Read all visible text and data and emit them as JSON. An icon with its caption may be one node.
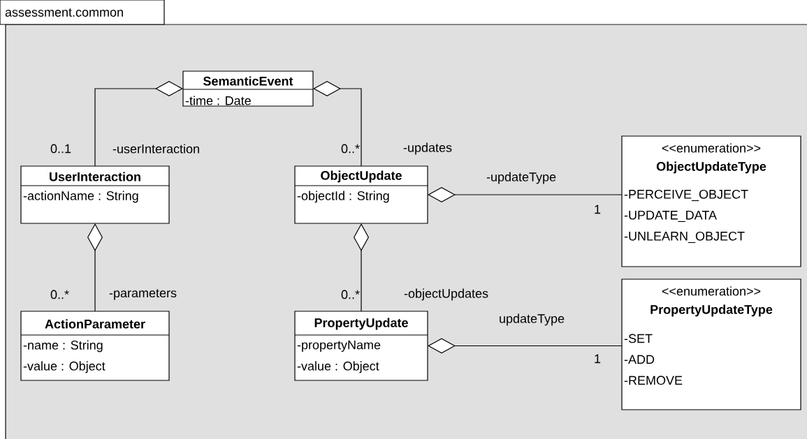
{
  "diagram": {
    "nodes": [
      {
        "text": [
          "assessment.common"
        ]
      },
      {
        "text": [
          "SemanticEvent",
          "-time : Date"
        ],
        "in": 0
      },
      {
        "text": [
          "UserInteraction",
          "-actionName : String"
        ],
        "in": 0
      },
      {
        "text": [
          "ObjectUpdate",
          "-objectId : String"
        ],
        "in": 0
      },
      {
        "text": [
          "<<enumeration>>",
          "ObjectUpdateType",
          "-PERCEIVE_OBJECT",
          "-UPDATE_DATA",
          "-UNLEARN_OBJECT"
        ],
        "in": 0
      },
      {
        "text": [
          "ActionParameter",
          "-name : String",
          "-value : Object"
        ],
        "in": 0
      },
      {
        "text": [
          "PropertyUpdate",
          "-propertyName",
          "-value : Object"
        ],
        "in": 0
      },
      {
        "text": [
          "<<enumeration>>",
          "PropertyUpdateType",
          "-SET",
          "-ADD",
          "-REMOVE"
        ],
        "in": 0
      }
    ],
    "edges": [
      {
        "from": 1,
        "to": 2,
        "arrow": "other",
        "label": "-userInteraction"
      },
      {
        "from": 1,
        "to": 3,
        "arrow": "other",
        "label": "-updates"
      },
      {
        "from": 3,
        "to": 4,
        "arrow": "other",
        "label": "-updateType"
      },
      {
        "from": 2,
        "to": 5,
        "arrow": "other",
        "label": "-parameters"
      },
      {
        "from": 3,
        "to": 6,
        "arrow": "other",
        "label": "-objectUpdates"
      },
      {
        "from": 6,
        "to": 7,
        "arrow": "other",
        "label": "updateType"
      }
    ],
    "labels": [
      "0..1",
      "0..*",
      "1",
      "0..*",
      "0..*",
      "1"
    ]
  }
}
